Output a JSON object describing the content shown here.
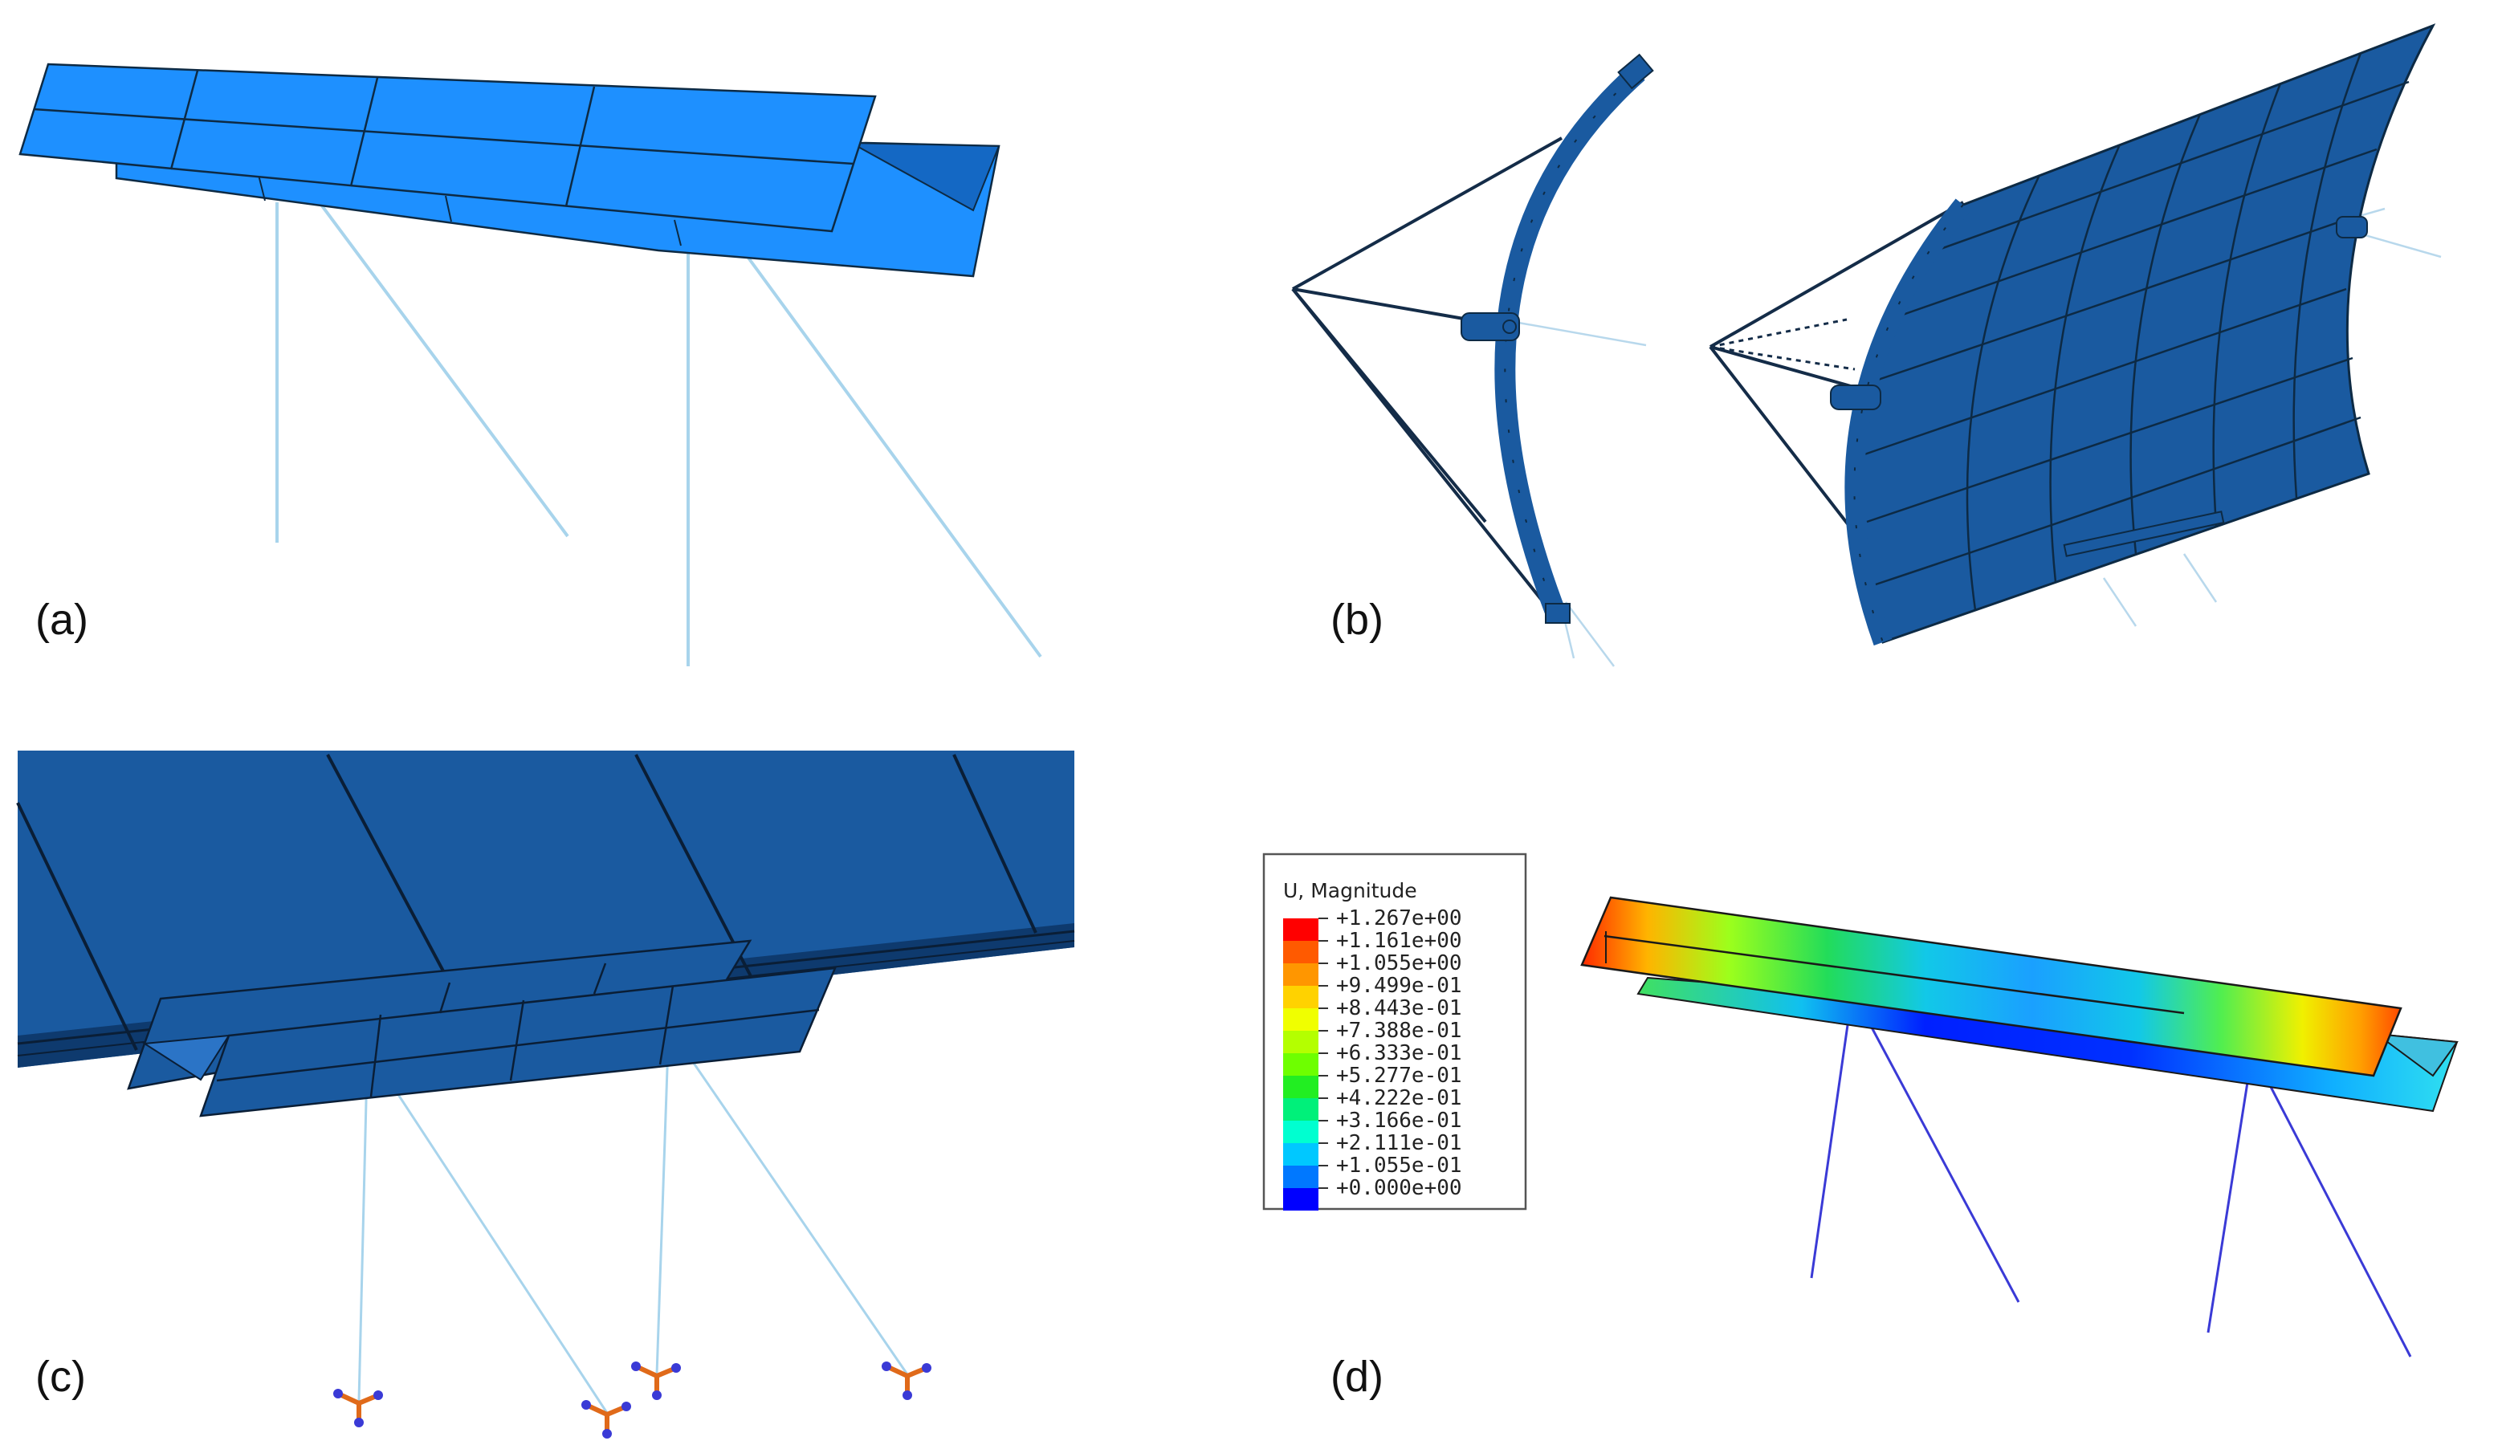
{
  "panels": [
    {
      "id": "a",
      "label": "(a)"
    },
    {
      "id": "b",
      "label": "(b)"
    },
    {
      "id": "c",
      "label": "(c)"
    },
    {
      "id": "d",
      "label": "(d)"
    }
  ],
  "legend": {
    "title": "U, Magnitude",
    "values": [
      "+1.267e+00",
      "+1.161e+00",
      "+1.055e+00",
      "+9.499e-01",
      "+8.443e-01",
      "+7.388e-01",
      "+6.333e-01",
      "+5.277e-01",
      "+4.222e-01",
      "+3.166e-01",
      "+2.111e-01",
      "+1.055e-01",
      "+0.000e+00"
    ],
    "colors": [
      "#ff0000",
      "#ff5a00",
      "#ff9600",
      "#ffd200",
      "#f0ff00",
      "#b4ff00",
      "#6eff00",
      "#22ee22",
      "#00f07a",
      "#00ffd0",
      "#00c8ff",
      "#0078ff",
      "#0000ff"
    ]
  },
  "colors": {
    "panel_a_plate": "#1e90ff",
    "panel_bc_plate": "#1a5aa0",
    "cable": "#a8d4ec",
    "panel_d_cable": "#3a3ad6",
    "frame": "#142c48"
  }
}
